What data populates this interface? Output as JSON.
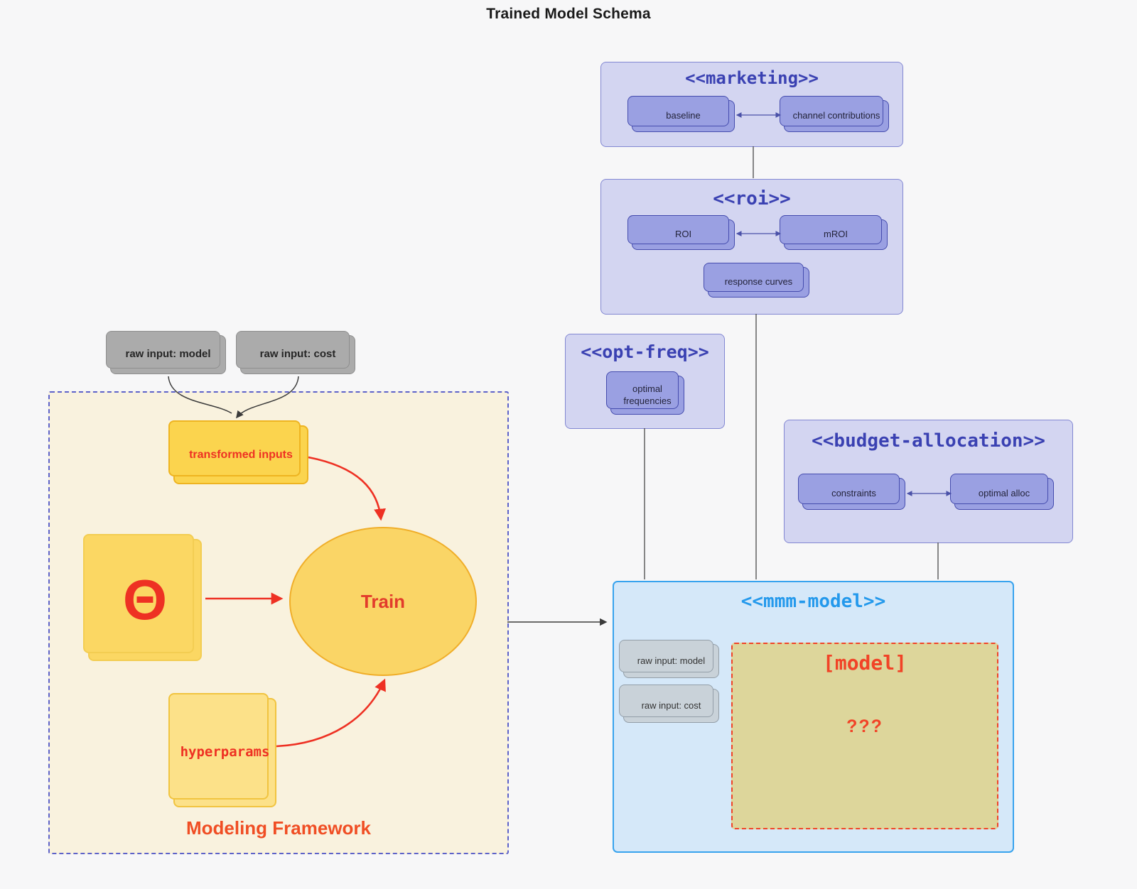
{
  "title": "Trained Model Schema",
  "colors": {
    "background": "#f7f7f8",
    "purple_group_fill": "#d3d5f1",
    "purple_group_border": "#8287d2",
    "purple_title_text": "#3a41b2",
    "purple_card_fill": "#9aa0e2",
    "purple_card_border": "#454cae",
    "gray_card_fill": "#ababab",
    "grayblue_card_fill": "#c9d2d9",
    "mmm_fill": "#d5e8f9",
    "mmm_border": "#38a3ee",
    "mmm_title_text": "#2499ec",
    "model_box_fill": "#ddd69b",
    "model_box_border": "#f14327",
    "framework_fill": "#f9f2de",
    "framework_border": "#5d62c9",
    "gold_card_fill": "#fbd44e",
    "theta_card_fill": "#fbd763",
    "hyperparams_card_fill": "#fce189",
    "train_ellipse_fill": "#fad566",
    "red_accent": "#ee3123",
    "edge_dark": "#3b3b3b"
  },
  "external_inputs": {
    "raw_input_model": "raw input: model",
    "raw_input_cost": "raw input: cost"
  },
  "groups": {
    "marketing": {
      "title": "<<marketing>>",
      "baseline": "baseline",
      "channel_contributions": "channel contributions"
    },
    "roi": {
      "title": "<<roi>>",
      "roi": "ROI",
      "mroi": "mROI",
      "response_curves": "response curves"
    },
    "opt_freq": {
      "title": "<<opt-freq>>",
      "optimal_frequencies": "optimal frequencies"
    },
    "budget_allocation": {
      "title": "<<budget-allocation>>",
      "constraints": "constraints",
      "optimal_alloc": "optimal alloc"
    },
    "mmm_model": {
      "title": "<<mmm-model>>",
      "raw_input_model": "raw input: model",
      "raw_input_cost": "raw input: cost",
      "model_box_label": "[model]",
      "model_box_question": "???"
    },
    "framework": {
      "label": "Modeling Framework",
      "transformed_inputs": "transformed inputs",
      "theta": "Θ",
      "train": "Train",
      "hyperparams": "hyperparams"
    }
  }
}
